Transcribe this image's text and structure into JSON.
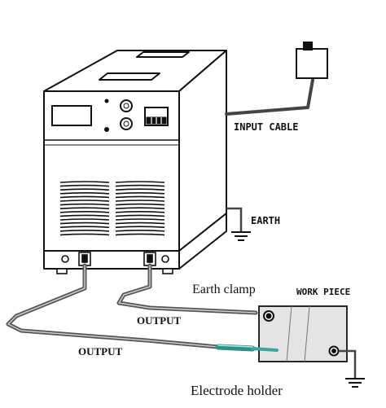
{
  "diagram": {
    "labels": {
      "input_cable": "INPUT CABLE",
      "earth": "EARTH",
      "earth_clamp": "Earth clamp",
      "work_piece": "WORK PIECE",
      "output_top": "OUTPUT",
      "output_bottom": "OUTPUT",
      "electrode_holder": "Electrode holder"
    },
    "colors": {
      "outline": "#111111",
      "cable": "#555555",
      "workpiece_fill": "#e4e4e4",
      "electrode_tip": "#3aa6a0"
    }
  }
}
